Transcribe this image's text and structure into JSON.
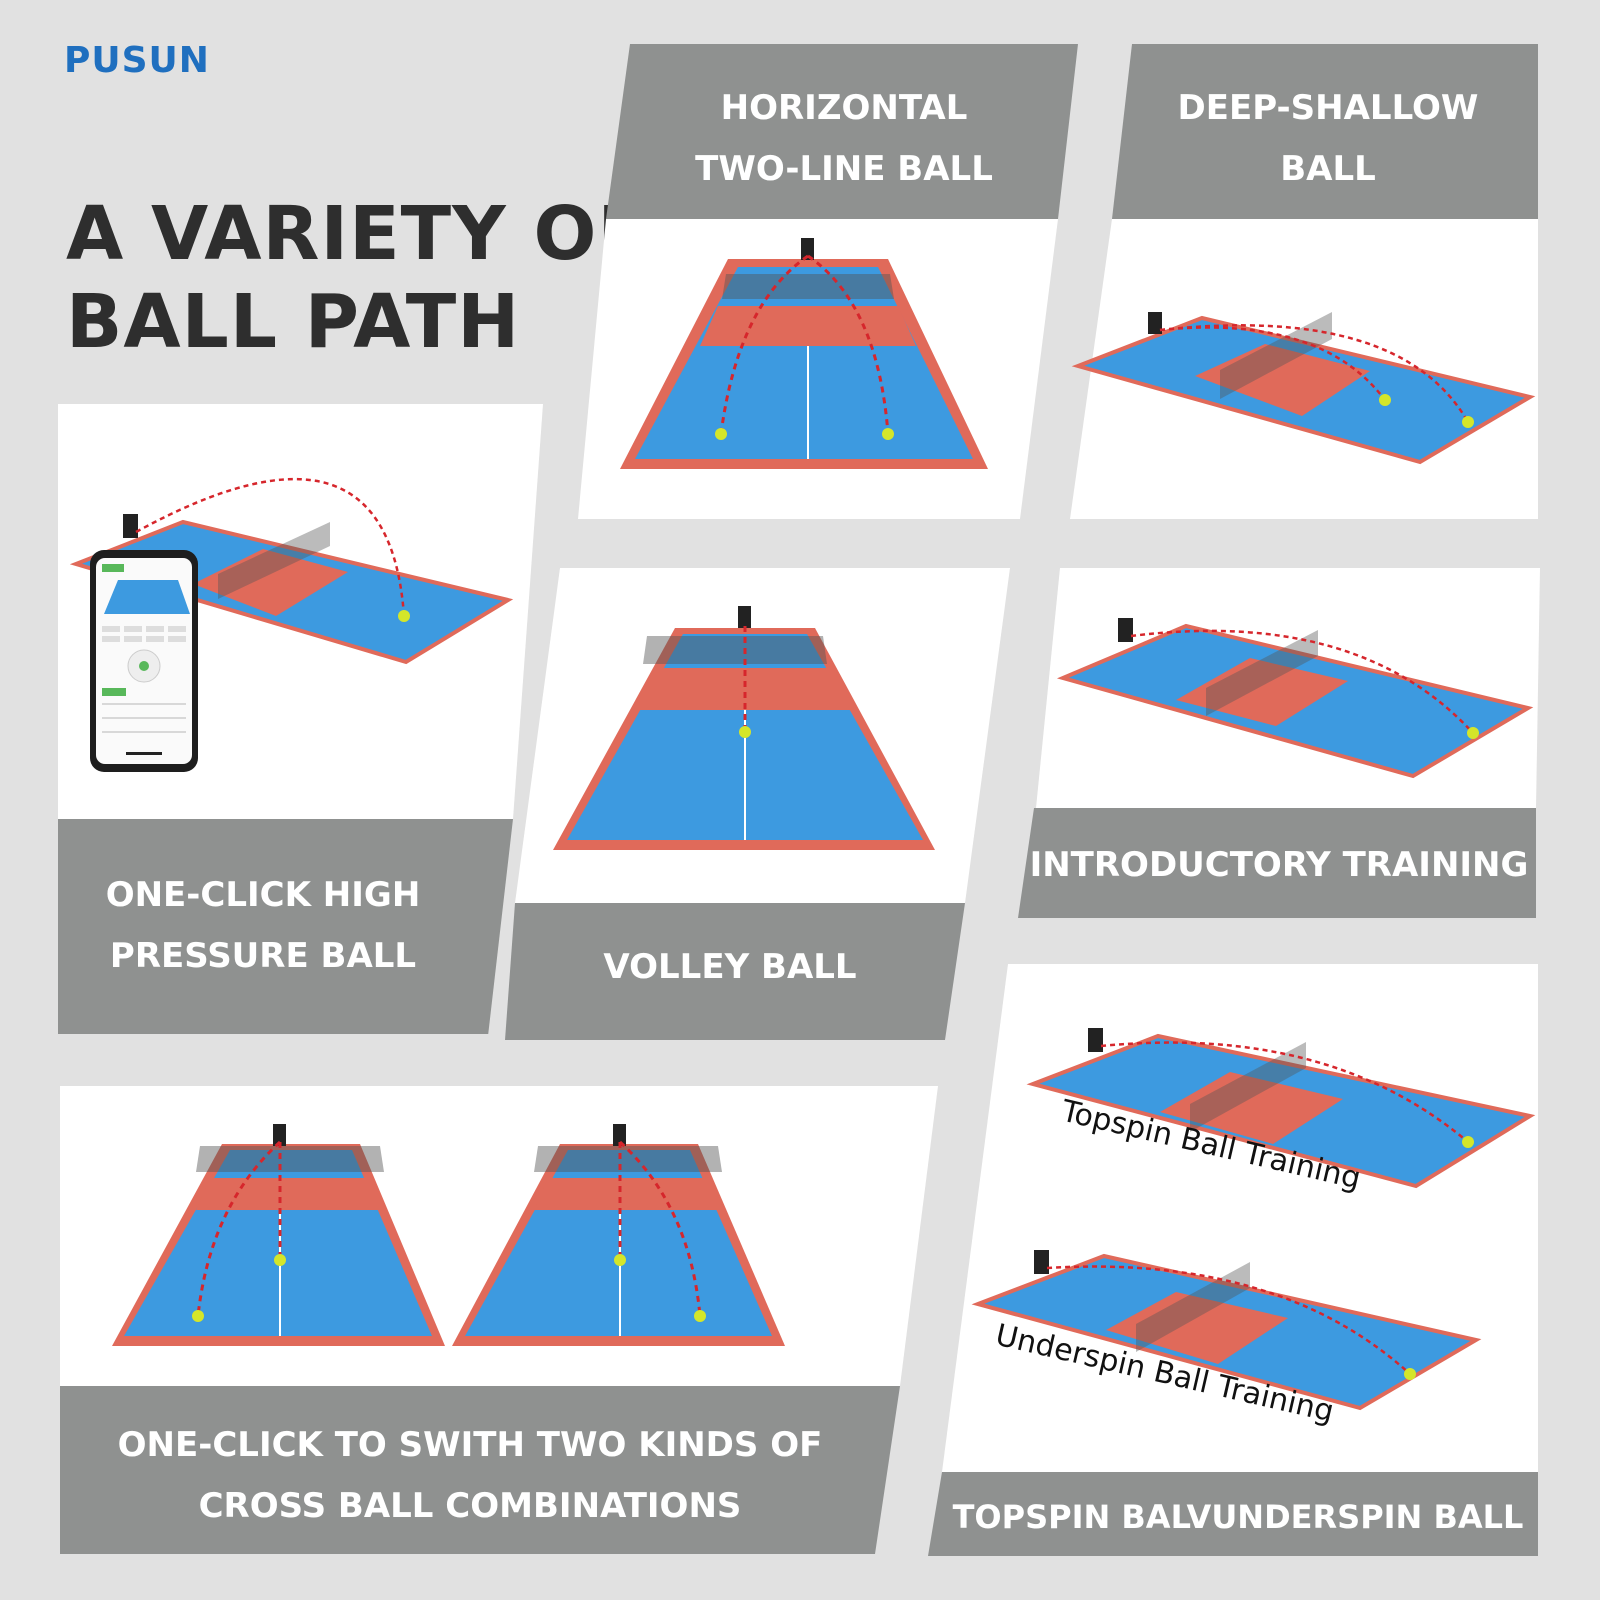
{
  "brand": {
    "logo": "PUSUN"
  },
  "headline": {
    "line1": "A VARIETY OF",
    "line2": "BALL PATH"
  },
  "panels": {
    "horizontal": {
      "line1": "HORIZONTAL",
      "line2": "TWO-LINE BALL"
    },
    "deep_shallow": {
      "line1": "DEEP-SHALLOW",
      "line2": "BALL"
    },
    "high_pressure": {
      "line1": "ONE-CLICK HIGH",
      "line2": "PRESSURE BALL"
    },
    "volley": {
      "line1": "VOLLEY BALL"
    },
    "introductory": {
      "line1": "INTRODUCTORY TRAINING"
    },
    "cross": {
      "line1": "ONE-CLICK TO SWITH TWO KINDS OF",
      "line2": "CROSS BALL COMBINATIONS"
    },
    "spin": {
      "line1": "TOPSPIN BALVUNDERSPIN BALL",
      "topspin_caption": "Topspin Ball Training",
      "underspin_caption": "Underspin Ball Training"
    }
  },
  "colors": {
    "background": "#e1e1e1",
    "label_bg": "#8f9190",
    "court_blue": "#3d9ae0",
    "court_red": "#e06a5a",
    "path_red": "#d6262c",
    "ball": "#d4e62a",
    "brand_blue": "#1f6fbf"
  }
}
